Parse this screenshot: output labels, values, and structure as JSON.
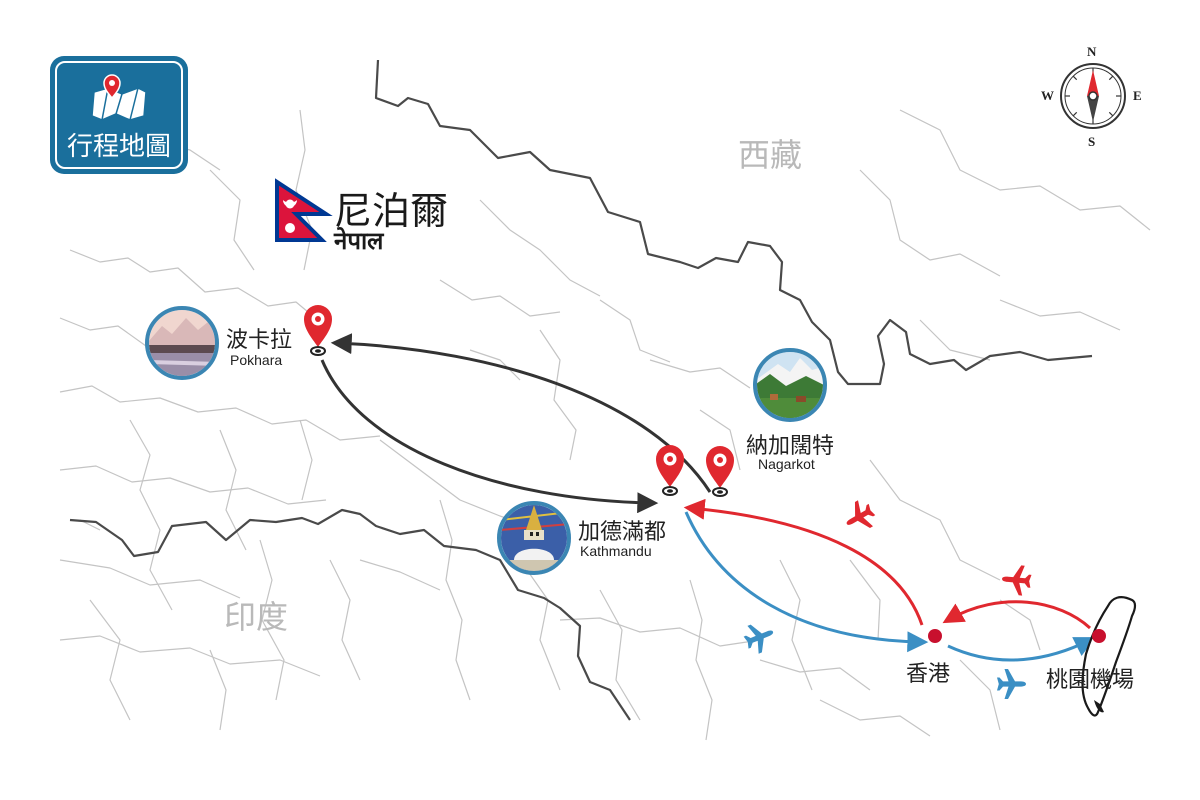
{
  "badge": {
    "label": "行程地圖",
    "icon": "map-pin-icon"
  },
  "country": {
    "name_zh": "尼泊爾",
    "name_ne": "नेपाल",
    "flag_colors": {
      "red": "#dc143c",
      "blue": "#003893"
    }
  },
  "regions": {
    "tibet": "西藏",
    "india": "印度"
  },
  "compass": {
    "north": "N",
    "south": "S",
    "east": "E",
    "west": "W"
  },
  "places": {
    "pokhara": {
      "zh": "波卡拉",
      "en": "Pokhara"
    },
    "kathmandu": {
      "zh": "加德滿都",
      "en": "Kathmandu"
    },
    "nagarkot": {
      "zh": "納加闊特",
      "en": "Nagarkot"
    },
    "hongkong": {
      "zh": "香港"
    },
    "taoyuan": {
      "zh": "桃園機場"
    }
  },
  "colors": {
    "outbound": "#3b8fc4",
    "return": "#e0282f",
    "ground": "#333333",
    "pin": "#e0282f",
    "border": "#c4c4c4",
    "nepal_border": "#4a4a4a"
  }
}
